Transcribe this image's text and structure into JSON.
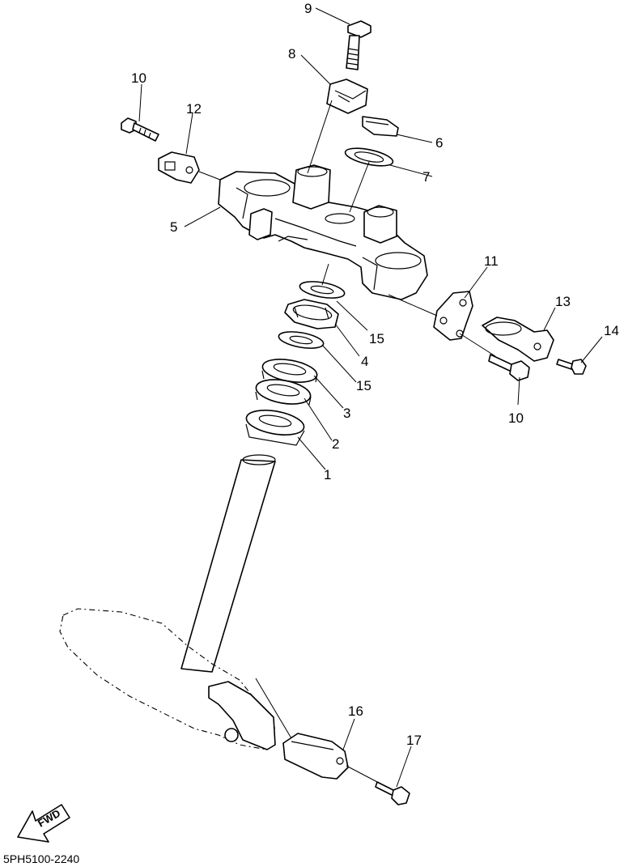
{
  "diagram_code": "5PH5100-2240",
  "fwd_label": "FWD",
  "callouts": {
    "c1": "1",
    "c2": "2",
    "c3": "3",
    "c4": "4",
    "c5": "5",
    "c6": "6",
    "c7": "7",
    "c8": "8",
    "c9": "9",
    "c10a": "10",
    "c10b": "10",
    "c11": "11",
    "c12": "12",
    "c13": "13",
    "c14": "14",
    "c15a": "15",
    "c15b": "15",
    "c16": "16",
    "c17": "17"
  }
}
